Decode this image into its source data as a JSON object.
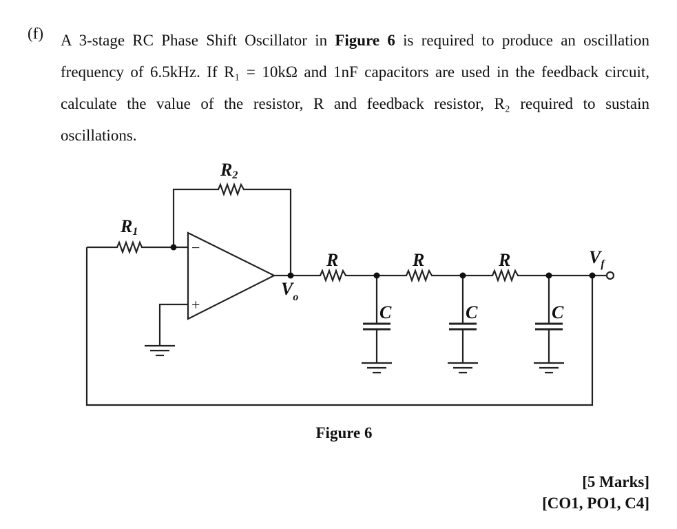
{
  "question": {
    "label": "(f)",
    "text_before_bold": "A 3-stage RC Phase Shift Oscillator in ",
    "bold_ref": "Figure 6",
    "text_after_bold": " is required to produce an oscillation frequency of 6.5kHz. If R₁ = 10kΩ and 1nF capacitors are used in the feedback circuit, calculate the value of the resistor, R and feedback resistor, R₂ required to sustain oscillations."
  },
  "circuit": {
    "r1_label": "R",
    "r1_sub": "1",
    "r2_label": "R",
    "r2_sub": "2",
    "r_label": "R",
    "c_label": "C",
    "vo_label": "V",
    "vo_sub": "o",
    "vf_label": "V",
    "vf_sub": "f",
    "minus": "−",
    "plus": "+"
  },
  "figure_caption": "Figure 6",
  "marks": {
    "marks": "[5 Marks]",
    "outcomes": "[CO1, PO1, C4]"
  }
}
